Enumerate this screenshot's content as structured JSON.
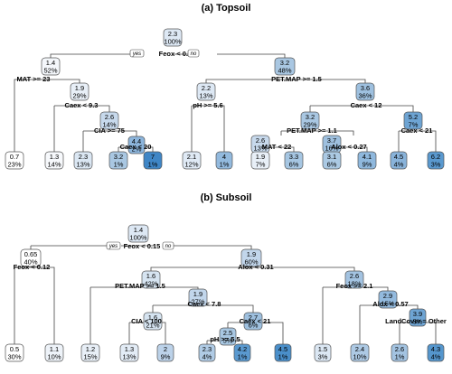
{
  "panels": [
    {
      "title": "(a) Topsoil",
      "nodes": [
        {
          "id": "t1",
          "value": "2.3",
          "pct": "100%",
          "color": "#dde8f4"
        },
        {
          "id": "t2",
          "value": "1.4",
          "pct": "52%",
          "color": "#f4f7fb"
        },
        {
          "id": "t3",
          "value": "3.2",
          "pct": "48%",
          "color": "#a9c7e2"
        },
        {
          "id": "t4",
          "value": "1.9",
          "pct": "29%",
          "color": "#e8eff7"
        },
        {
          "id": "t5",
          "value": "2.2",
          "pct": "13%",
          "color": "#dde8f4"
        },
        {
          "id": "t6",
          "value": "3.6",
          "pct": "36%",
          "color": "#9ec0df"
        },
        {
          "id": "t7",
          "value": "2.6",
          "pct": "14%",
          "color": "#c7d9ec"
        },
        {
          "id": "t8",
          "value": "3.2",
          "pct": "29%",
          "color": "#a9c7e2"
        },
        {
          "id": "t9",
          "value": "5.2",
          "pct": "7%",
          "color": "#6ea4d3"
        },
        {
          "id": "t10",
          "value": "4.4",
          "pct": "2%",
          "color": "#8cb5dc"
        },
        {
          "id": "t11",
          "value": "2.6",
          "pct": "13%",
          "color": "#c7d9ec"
        },
        {
          "id": "t12",
          "value": "3.7",
          "pct": "16%",
          "color": "#9ec0df"
        },
        {
          "id": "t13",
          "value": "0.7",
          "pct": "23%",
          "color": "#ffffff"
        },
        {
          "id": "t14",
          "value": "1.3",
          "pct": "14%",
          "color": "#f7f9fc"
        },
        {
          "id": "t15",
          "value": "2.3",
          "pct": "13%",
          "color": "#dbe7f3"
        },
        {
          "id": "t16",
          "value": "3.2",
          "pct": "1%",
          "color": "#a9c7e2"
        },
        {
          "id": "t17",
          "value": "7",
          "pct": "1%",
          "color": "#3f86c6"
        },
        {
          "id": "t18",
          "value": "2.1",
          "pct": "12%",
          "color": "#e0eaf5"
        },
        {
          "id": "t19",
          "value": "4",
          "pct": "1%",
          "color": "#93bade"
        },
        {
          "id": "t20",
          "value": "1.9",
          "pct": "7%",
          "color": "#e8eff7"
        },
        {
          "id": "t21",
          "value": "3.3",
          "pct": "6%",
          "color": "#a6c6e2"
        },
        {
          "id": "t22",
          "value": "3.1",
          "pct": "6%",
          "color": "#abc9e3"
        },
        {
          "id": "t23",
          "value": "4.1",
          "pct": "9%",
          "color": "#8fb8dd"
        },
        {
          "id": "t24",
          "value": "4.5",
          "pct": "4%",
          "color": "#89b3da"
        },
        {
          "id": "t25",
          "value": "6.2",
          "pct": "3%",
          "color": "#5a99cf"
        }
      ],
      "splits": [
        {
          "id": "ts1",
          "text": "Feox < 0.22"
        },
        {
          "id": "ts2",
          "text": "MAT >= 23"
        },
        {
          "id": "ts3",
          "text": "PET.MAP >= 1.5"
        },
        {
          "id": "ts4",
          "text": "Caex < 9.3"
        },
        {
          "id": "ts5",
          "text": "pH >= 5.6"
        },
        {
          "id": "ts6",
          "text": "Caex < 12"
        },
        {
          "id": "ts7",
          "text": "CIA >= 75"
        },
        {
          "id": "ts8",
          "text": "PET.MAP >= 1.1"
        },
        {
          "id": "ts9",
          "text": "Caex < 21"
        },
        {
          "id": "ts10",
          "text": "Caex < 20"
        },
        {
          "id": "ts11",
          "text": "MAT < 22"
        },
        {
          "id": "ts12",
          "text": "Alox < 0.27"
        }
      ],
      "yes": "yes",
      "no": "no"
    },
    {
      "title": "(b) Subsoil",
      "nodes": [
        {
          "id": "s1",
          "value": "1.4",
          "pct": "100%",
          "color": "#dde8f4"
        },
        {
          "id": "s2",
          "value": "0.65",
          "pct": "40%",
          "color": "#ffffff"
        },
        {
          "id": "s3",
          "value": "1.9",
          "pct": "60%",
          "color": "#c2d6eb"
        },
        {
          "id": "s4",
          "value": "1.6",
          "pct": "42%",
          "color": "#d6e4f1"
        },
        {
          "id": "s5",
          "value": "2.6",
          "pct": "18%",
          "color": "#a3c3e1"
        },
        {
          "id": "s6",
          "value": "1.9",
          "pct": "27%",
          "color": "#c2d6eb"
        },
        {
          "id": "s7",
          "value": "1.6",
          "pct": "21%",
          "color": "#d6e4f1"
        },
        {
          "id": "s8",
          "value": "2.7",
          "pct": "6%",
          "color": "#9ec0df"
        },
        {
          "id": "s9",
          "value": "2.9",
          "pct": "15%",
          "color": "#93bade"
        },
        {
          "id": "s10",
          "value": "2.5",
          "pct": "5%",
          "color": "#a8c7e2"
        },
        {
          "id": "s11",
          "value": "3.9",
          "pct": "5%",
          "color": "#6ea4d3"
        },
        {
          "id": "s12",
          "value": "0.5",
          "pct": "30%",
          "color": "#ffffff"
        },
        {
          "id": "s13",
          "value": "1.1",
          "pct": "10%",
          "color": "#eef3f9"
        },
        {
          "id": "s14",
          "value": "1.2",
          "pct": "15%",
          "color": "#e8eff7"
        },
        {
          "id": "s15",
          "value": "1.3",
          "pct": "13%",
          "color": "#e3ecf6"
        },
        {
          "id": "s16",
          "value": "2",
          "pct": "9%",
          "color": "#bcd2e9"
        },
        {
          "id": "s17",
          "value": "2.3",
          "pct": "4%",
          "color": "#b0cbe5"
        },
        {
          "id": "s18",
          "value": "4.2",
          "pct": "1%",
          "color": "#5a99cf"
        },
        {
          "id": "s19",
          "value": "4.5",
          "pct": "1%",
          "color": "#4a8fca"
        },
        {
          "id": "s20",
          "value": "1.5",
          "pct": "3%",
          "color": "#dbe7f3"
        },
        {
          "id": "s21",
          "value": "2.4",
          "pct": "10%",
          "color": "#adc9e4"
        },
        {
          "id": "s22",
          "value": "2.6",
          "pct": "1%",
          "color": "#a3c3e1"
        },
        {
          "id": "s23",
          "value": "4.3",
          "pct": "4%",
          "color": "#5596cd"
        }
      ],
      "splits": [
        {
          "id": "ss1",
          "text": "Feox < 0.15"
        },
        {
          "id": "ss2",
          "text": "Feox < 0.12"
        },
        {
          "id": "ss3",
          "text": "Alox < 0.31"
        },
        {
          "id": "ss4",
          "text": "PET.MAP >= 1.5"
        },
        {
          "id": "ss5",
          "text": "Feox >= 2.1"
        },
        {
          "id": "ss6",
          "text": "Caex < 7.8"
        },
        {
          "id": "ss7",
          "text": "Alox < 0.57"
        },
        {
          "id": "ss8",
          "text": "CIA < 100"
        },
        {
          "id": "ss9",
          "text": "Caex < 21"
        },
        {
          "id": "ss10",
          "text": "pH >= 5.5"
        },
        {
          "id": "ss11",
          "text": "LandCover = Other"
        }
      ],
      "yes": "yes",
      "no": "no"
    }
  ]
}
